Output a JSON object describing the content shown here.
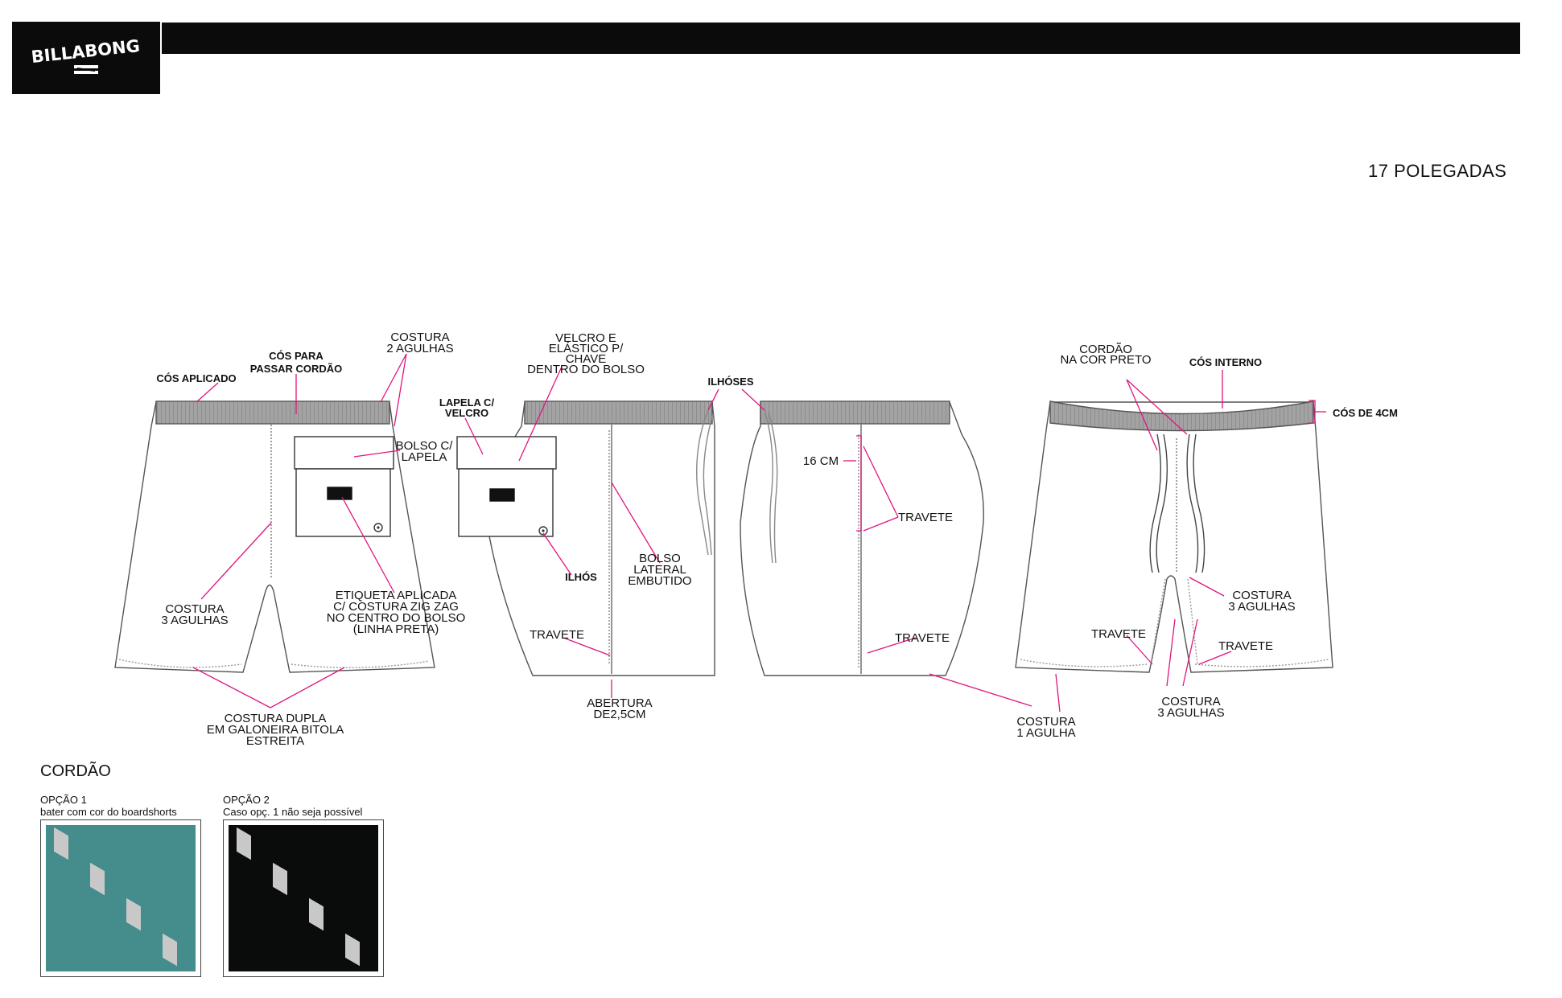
{
  "brand": {
    "logo_text": "BILLABONG"
  },
  "header": {
    "size": "17 POLEGADAS"
  },
  "callouts": {
    "cos_aplicado": "CÓS APLICADO",
    "cos_para_1": "CÓS PARA",
    "cos_para_2": "PASSAR CORDÃO",
    "costura2_1": "COSTURA",
    "costura2_2": "2 AGULHAS",
    "bolso_1": "BOLSO C/",
    "bolso_2": "LAPELA",
    "costura3_1": "COSTURA",
    "costura3_2": "3 AGULHAS",
    "etiq_1": "ETIQUETA APLICADA",
    "etiq_2": "C/ COSTURA ZIG ZAG",
    "etiq_3": "NO CENTRO DO BOLSO",
    "etiq_4": "(LINHA PRETA)",
    "dupla_1": "COSTURA DUPLA",
    "dupla_2": "EM GALONEIRA BITOLA",
    "dupla_3": "ESTREITA",
    "lapela_1": "LAPELA C/",
    "lapela_2": "VELCRO",
    "velcro_1": "VELCRO E",
    "velcro_2": "ELÁSTICO P/",
    "velcro_3": "CHAVE",
    "velcro_4": "DENTRO DO BOLSO",
    "ilhos": "ILHÓS",
    "ilhoses": "ILHÓSES",
    "bolso_lat_1": "BOLSO",
    "bolso_lat_2": "LATERAL",
    "bolso_lat_3": "EMBUTIDO",
    "travete": "TRAVETE",
    "abertura_1": "ABERTURA",
    "abertura_2": "DE2,5CM",
    "cm16": "16 CM",
    "costura1_1": "COSTURA",
    "costura1_2": "1 AGULHA",
    "cordao_1": "CORDÃO",
    "cordao_2": "NA COR PRETO",
    "cos_interno": "CÓS INTERNO",
    "cos_4cm": "CÓS DE 4CM"
  },
  "cordao": {
    "title": "CORDÃO",
    "options": [
      {
        "label": "OPÇÃO 1",
        "desc": "bater com cor do boardshorts",
        "color": "#458c8c"
      },
      {
        "label": "OPÇÃO 2",
        "desc": "Caso opç. 1 não seja possível",
        "color": "#0a0c0c"
      }
    ]
  },
  "colors": {
    "callout": "#e0157f",
    "waistband": "#9a9a9a"
  }
}
